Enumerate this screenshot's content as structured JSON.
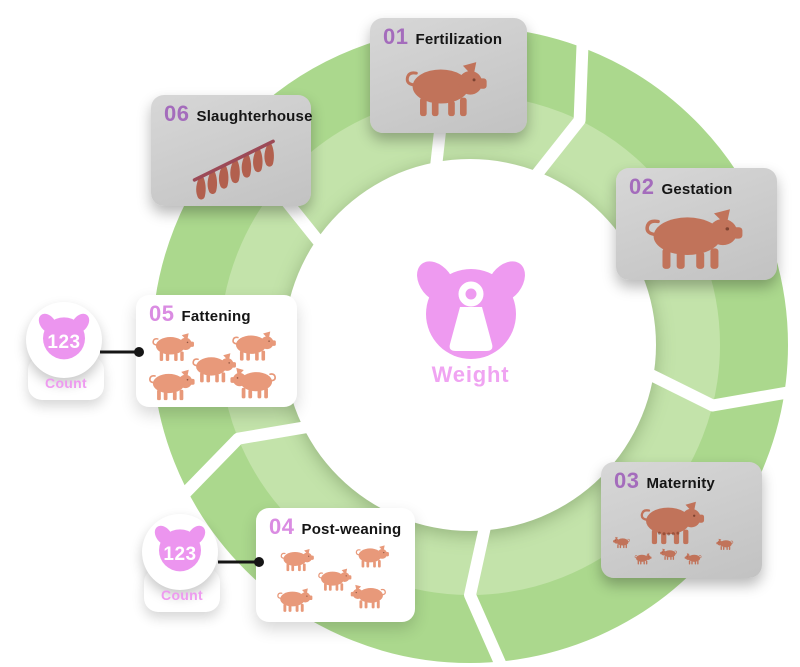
{
  "center": {
    "icon": "pig-head-weight-icon",
    "label": "Weight"
  },
  "stages": [
    {
      "number": "01",
      "label": "Fertilization",
      "card_style": "gray",
      "icon": "adult-pig-icon"
    },
    {
      "number": "02",
      "label": "Gestation",
      "card_style": "gray",
      "icon": "pregnant-sow-icon"
    },
    {
      "number": "03",
      "label": "Maternity",
      "card_style": "gray",
      "icon": "sow-with-piglets-icon"
    },
    {
      "number": "04",
      "label": "Post-weaning",
      "card_style": "white",
      "icon": "weaner-pigs-icon"
    },
    {
      "number": "05",
      "label": "Fattening",
      "card_style": "white",
      "icon": "fattening-pigs-icon"
    },
    {
      "number": "06",
      "label": "Slaughterhouse",
      "card_style": "gray",
      "icon": "hanging-carcasses-icon"
    }
  ],
  "count_badges": [
    {
      "value": "123",
      "label": "Count",
      "linked_stage": "05 Fattening"
    },
    {
      "value": "123",
      "label": "Count",
      "linked_stage": "04 Post-weaning"
    }
  ],
  "colors": {
    "ring_green_outer": "#abd88d",
    "ring_green_inner": "#c3e3aa",
    "card_gray": "#cbcbcb",
    "card_white": "#ffffff",
    "pig_terracotta": "#c1735a",
    "pig_salmon": "#e8997a",
    "accent_pink": "#ee9af0",
    "number_purple": "#a46cbc",
    "number_pink": "#da8ce2",
    "ham_red": "#b2604e",
    "arrow_black": "#151515"
  }
}
